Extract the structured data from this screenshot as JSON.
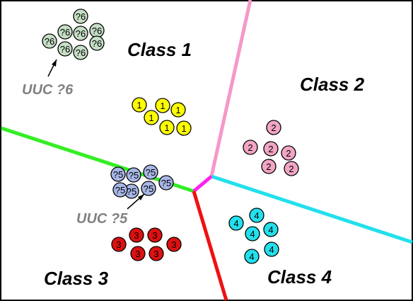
{
  "class_labels": {
    "c1": "Class 1",
    "c2": "Class 2",
    "c3": "Class 3",
    "c4": "Class 4"
  },
  "uuc_labels": {
    "u6": "UUC ?6",
    "u5": "UUC ?5"
  },
  "colors": {
    "green_boundary": "#33ee22",
    "pink_boundary": "#f598c8",
    "cyan_boundary": "#22e0ec",
    "magenta_boundary": "#ff22ee",
    "red_boundary": "#ee1111",
    "class1_fill": "#ffff00",
    "class2_fill": "#f2a5c4",
    "class3_fill": "#dd1111",
    "class4_fill": "#22e0ec",
    "uuc6_fill": "#c5dec5",
    "uuc5_fill": "#a8b6e6"
  },
  "point_groups": [
    {
      "id": "uuc6",
      "label": "?6",
      "fill_key": "uuc6_fill",
      "count": 8
    },
    {
      "id": "class1",
      "label": "1",
      "fill_key": "class1_fill",
      "count": 6
    },
    {
      "id": "class2",
      "label": "2",
      "fill_key": "class2_fill",
      "count": 6
    },
    {
      "id": "uuc5",
      "label": "?5",
      "fill_key": "uuc5_fill",
      "count": 7
    },
    {
      "id": "class3",
      "label": "3",
      "fill_key": "class3_fill",
      "count": 6
    },
    {
      "id": "class4",
      "label": "4",
      "fill_key": "class4_fill",
      "count": 6
    }
  ]
}
